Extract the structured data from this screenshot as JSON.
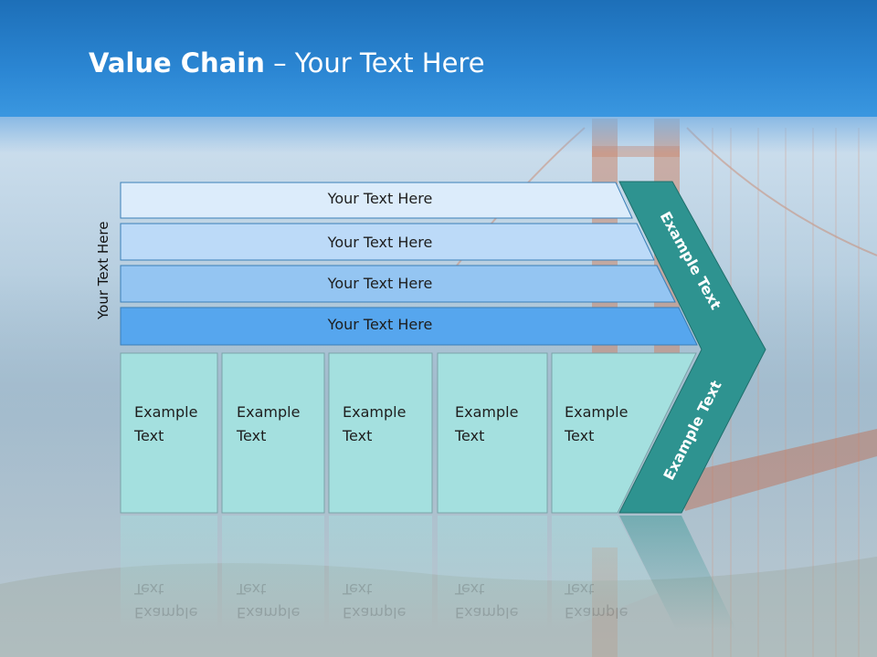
{
  "slide": {
    "title_bold": "Value Chain",
    "title_rest": " – Your Text Here",
    "vertical_label": "Your Text Here",
    "support_rows": [
      "Your Text Here",
      "Your Text Here",
      "Your Text Here",
      "Your Text Here"
    ],
    "primary_cells": [
      {
        "line1": "Example",
        "line2": "Text"
      },
      {
        "line1": "Example",
        "line2": "Text"
      },
      {
        "line1": "Example",
        "line2": "Text"
      },
      {
        "line1": "Example",
        "line2": "Text"
      },
      {
        "line1": "Example",
        "line2": "Text"
      }
    ],
    "chevron_upper": "Example Text",
    "chevron_lower": "Example Text"
  },
  "colors": {
    "header": "#2b86d3",
    "row1": "#dcecfb",
    "row2": "#bcdaf8",
    "row3": "#94c5f2",
    "row4": "#56a6ee",
    "cell": "#a4e0df",
    "chevron": "#2e9390"
  }
}
